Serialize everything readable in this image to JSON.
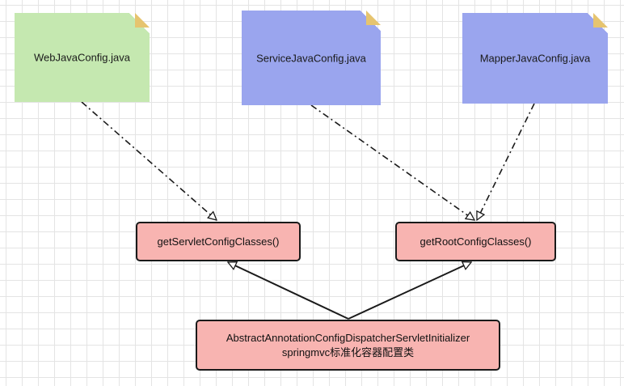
{
  "notes": {
    "web": {
      "label": "WebJavaConfig.java",
      "color": "#c5e8b0"
    },
    "service": {
      "label": "ServiceJavaConfig.java",
      "color": "#9aa5ee"
    },
    "mapper": {
      "label": "MapperJavaConfig.java",
      "color": "#9aa5ee"
    }
  },
  "methods": {
    "servlet": {
      "label": "getServletConfigClasses()"
    },
    "root": {
      "label": "getRootConfigClasses()"
    }
  },
  "initializer": {
    "line1": "AbstractAnnotationConfigDispatcherServletInitializer",
    "line2": "springmvc标准化容器配置类"
  },
  "colors": {
    "method_fill": "#f8b4b1",
    "stroke": "#1a1a1a",
    "fold": "#e6c46f"
  }
}
